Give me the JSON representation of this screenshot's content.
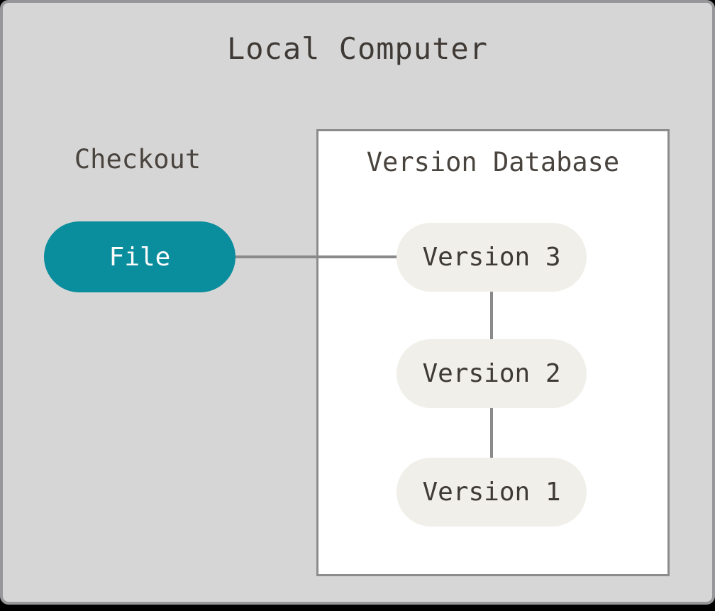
{
  "diagram": {
    "title": "Local Computer",
    "checkout_label": "Checkout",
    "file_node": {
      "label": "File"
    },
    "version_database": {
      "title": "Version Database",
      "versions": [
        "Version 3",
        "Version 2",
        "Version 1"
      ]
    },
    "connections": [
      {
        "from": "file-node",
        "to": "version-node-3",
        "orientation": "horizontal"
      },
      {
        "from": "version-node-3",
        "to": "version-node-2",
        "orientation": "vertical"
      },
      {
        "from": "version-node-2",
        "to": "version-node-1",
        "orientation": "vertical"
      }
    ],
    "colors": {
      "page_background": "#000000",
      "frame_background": "#d7d6d6",
      "frame_border": "#97979a",
      "box_background": "#ffffff",
      "box_border": "#8c8c8c",
      "file_node_fill": "#0a8d9c",
      "file_node_text": "#fbfbfb",
      "version_node_fill": "#f0efe9",
      "text_dark": "#3f3a35",
      "connector_line": "#8a8a8a"
    }
  }
}
